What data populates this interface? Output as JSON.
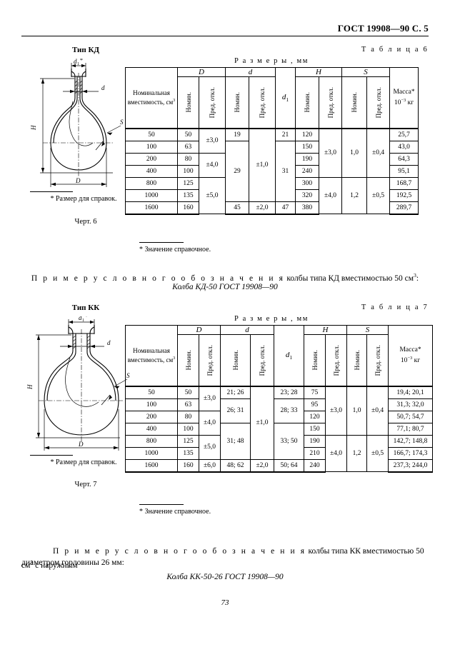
{
  "header": {
    "standard": "ГОСТ 19908—90 С. 5"
  },
  "page_number": "73",
  "sections": [
    {
      "id": "kd",
      "type_title": "Тип КД",
      "figure_caption": "Черт. 6",
      "figure_note": "* Размер для справок.",
      "figure_labels": {
        "d1": "d",
        "d1_sub": "1",
        "d1_star": "*",
        "d": "d",
        "H": "H",
        "S": "S",
        "D": "D"
      },
      "table_label": "Т а б л и ц а  6",
      "units_caption": "Р а з м е р ы ,  мм",
      "footnote": "*  Значение справочное.",
      "example_prefix": "П р и м е р   у с л о в н о г о   о б о з н а ч е н и я",
      "example_rest": "колбы типа КД вместимостью 50 см",
      "example_sup": "3",
      "example_tail": ":",
      "designation": "Колба КД-50 ГОСТ 19908—90"
    },
    {
      "id": "kk",
      "type_title": "Тип КК",
      "figure_caption": "Черт. 7",
      "figure_note": "* Размер для справок.",
      "figure_labels": {
        "d1": "d",
        "d1_sub": "1",
        "d1_star": "*",
        "d": "d",
        "H": "H",
        "S": "S",
        "D": "D"
      },
      "table_label": "Т а б л и ц а  7",
      "units_caption": "Р а з м е р ы ,  мм",
      "footnote": "*  Значение справочное.",
      "example_prefix": "П р и м е р   у с л о в н о г о   о б о з н а ч е н и я",
      "example_rest": "колбы типа КК вместимостью 50 см",
      "example_sup": "3",
      "example_tail": " с наружным",
      "example_line2": "диаметром горловины 26 мм:",
      "designation": "Колба КК-50-26 ГОСТ 19908—90"
    }
  ],
  "table_headers": {
    "capacity": "Номинальная вместимость, см",
    "capacity_sup": "3",
    "group_D": "D",
    "group_d": "d",
    "group_d1": "d",
    "group_d1_sub": "1",
    "group_H": "H",
    "group_S": "S",
    "nominal": "Номин.",
    "deviation": "Пред. откл.",
    "mass": "Масса*",
    "mass_units_base": "10",
    "mass_units_exp": "−3",
    "mass_units_tail": " кг"
  },
  "table6": {
    "columns": [
      "Номинальная вместимость, см3",
      "D Номин.",
      "D Пред. откл.",
      "d Номин.",
      "d Пред. откл.",
      "d1",
      "H Номин.",
      "H Пред. откл.",
      "S Номин.",
      "S Пред. откл.",
      "Масса* 10−3 кг"
    ],
    "rows": [
      {
        "capacity": "50",
        "D_nom": "50",
        "D_dev": "±3,0",
        "d_nom": "19",
        "d_dev": "±1,0",
        "d1": "21",
        "H_nom": "120",
        "H_dev": "±3,0",
        "S_nom": "1,0",
        "S_dev": "±0,4",
        "mass": "25,7"
      },
      {
        "capacity": "100",
        "D_nom": "63",
        "D_dev": "",
        "d_nom": "",
        "d_dev": "",
        "d1": "",
        "H_nom": "150",
        "H_dev": "",
        "S_nom": "",
        "S_dev": "",
        "mass": "43,0"
      },
      {
        "capacity": "200",
        "D_nom": "80",
        "D_dev": "±4,0",
        "d_nom": "29",
        "d_dev": "",
        "d1": "31",
        "H_nom": "190",
        "H_dev": "",
        "S_nom": "",
        "S_dev": "",
        "mass": "64,3"
      },
      {
        "capacity": "400",
        "D_nom": "100",
        "D_dev": "",
        "d_nom": "",
        "d_dev": "",
        "d1": "",
        "H_nom": "240",
        "H_dev": "",
        "S_nom": "",
        "S_dev": "",
        "mass": "95,1"
      },
      {
        "capacity": "800",
        "D_nom": "125",
        "D_dev": "±5,0",
        "d_nom": "",
        "d_dev": "",
        "d1": "",
        "H_nom": "300",
        "H_dev": "±4,0",
        "S_nom": "1,2",
        "S_dev": "±0,5",
        "mass": "168,7"
      },
      {
        "capacity": "1000",
        "D_nom": "135",
        "D_dev": "",
        "d_nom": "",
        "d_dev": "",
        "d1": "",
        "H_nom": "320",
        "H_dev": "",
        "S_nom": "",
        "S_dev": "",
        "mass": "192,5"
      },
      {
        "capacity": "1600",
        "D_nom": "160",
        "D_dev": "",
        "d_nom": "45",
        "d_dev": "±2,0",
        "d1": "47",
        "H_nom": "380",
        "H_dev": "",
        "S_nom": "",
        "S_dev": "",
        "mass": "289,7"
      }
    ]
  },
  "table7": {
    "columns": [
      "Номинальная вместимость, см3",
      "D Номин.",
      "D Пред. откл.",
      "d Номин.",
      "d Пред. откл.",
      "d1",
      "H Номин.",
      "H Пред. откл.",
      "S Номин.",
      "S Пред. откл.",
      "Масса* 10−3 кг"
    ],
    "rows": [
      {
        "capacity": "50",
        "D_nom": "50",
        "D_dev": "±3,0",
        "d_nom": "21; 26",
        "d_dev": "±1,0",
        "d1": "23; 28",
        "H_nom": "75",
        "H_dev": "±3,0",
        "S_nom": "1,0",
        "S_dev": "±0,4",
        "mass": "19,4; 20,1"
      },
      {
        "capacity": "100",
        "D_nom": "63",
        "D_dev": "",
        "d_nom": "26; 31",
        "d_dev": "",
        "d1": "28; 33",
        "H_nom": "95",
        "H_dev": "",
        "S_nom": "",
        "S_dev": "",
        "mass": "31,3; 32,0"
      },
      {
        "capacity": "200",
        "D_nom": "80",
        "D_dev": "±4,0",
        "d_nom": "",
        "d_dev": "",
        "d1": "",
        "H_nom": "120",
        "H_dev": "",
        "S_nom": "",
        "S_dev": "",
        "mass": "50,7; 54,7"
      },
      {
        "capacity": "400",
        "D_nom": "100",
        "D_dev": "",
        "d_nom": "31; 48",
        "d_dev": "",
        "d1": "33; 50",
        "H_nom": "150",
        "H_dev": "",
        "S_nom": "",
        "S_dev": "",
        "mass": "77,1; 80,7"
      },
      {
        "capacity": "800",
        "D_nom": "125",
        "D_dev": "±5,0",
        "d_nom": "",
        "d_dev": "",
        "d1": "",
        "H_nom": "190",
        "H_dev": "±4,0",
        "S_nom": "1,2",
        "S_dev": "±0,5",
        "mass": "142,7; 148,8"
      },
      {
        "capacity": "1000",
        "D_nom": "135",
        "D_dev": "",
        "d_nom": "",
        "d_dev": "",
        "d1": "",
        "H_nom": "210",
        "H_dev": "",
        "S_nom": "",
        "S_dev": "",
        "mass": "166,7; 174,3"
      },
      {
        "capacity": "1600",
        "D_nom": "160",
        "D_dev": "±6,0",
        "d_nom": "48; 62",
        "d_dev": "±2,0",
        "d1": "50; 64",
        "H_nom": "240",
        "H_dev": "",
        "S_nom": "",
        "S_dev": "",
        "mass": "237,3; 244,0"
      }
    ]
  }
}
